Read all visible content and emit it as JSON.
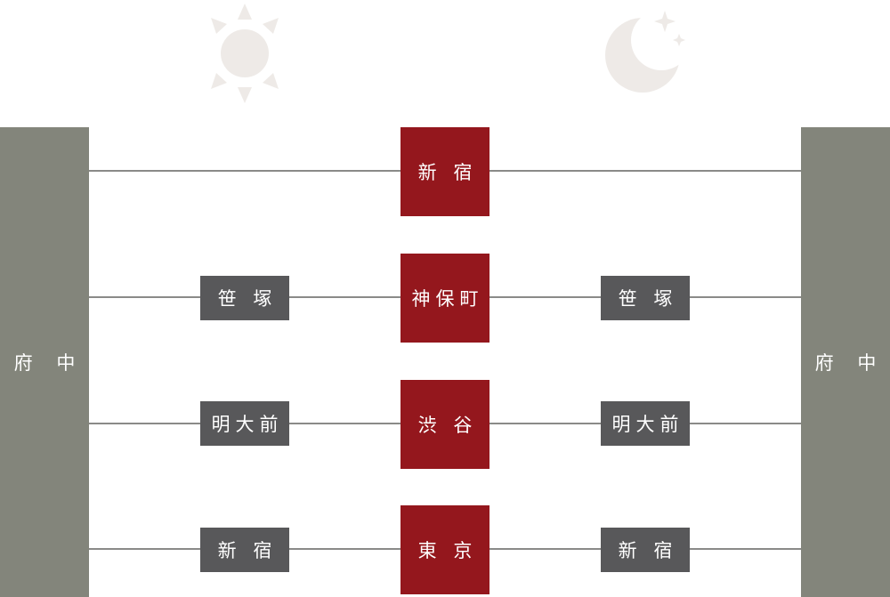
{
  "colors": {
    "terminal": "#83857b",
    "main_station": "#94171d",
    "side_station": "#58585a",
    "line": "#8a8a88"
  },
  "icons": {
    "day": "sun-icon",
    "night": "moon-icon"
  },
  "terminals": {
    "left": "府 中",
    "right": "府 中"
  },
  "rows": [
    {
      "main": "新 宿",
      "left": "",
      "right": ""
    },
    {
      "main": "神保町",
      "left": "笹 塚",
      "right": "笹 塚"
    },
    {
      "main": "渋 谷",
      "left": "明大前",
      "right": "明大前"
    },
    {
      "main": "東 京",
      "left": "新 宿",
      "right": "新 宿"
    }
  ]
}
